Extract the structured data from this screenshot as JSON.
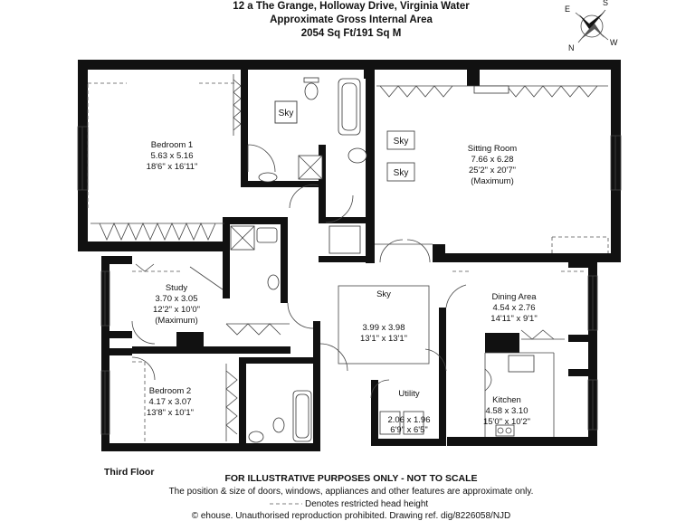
{
  "header": {
    "address": "12 a The Grange, Holloway Drive, Virginia Water",
    "area_label": "Approximate Gross Internal Area",
    "area_value": "2054 Sq Ft/191 Sq M"
  },
  "compass": {
    "e": "E",
    "s": "S",
    "n": "N",
    "w": "W"
  },
  "rooms": {
    "bedroom1": {
      "name": "Bedroom 1",
      "metric": "5.63 x 5.16",
      "imperial": "18'6\" x 16'11\""
    },
    "sitting": {
      "name": "Sitting Room",
      "metric": "7.66 x 6.28",
      "imperial": "25'2\" x 20'7\"",
      "note": "(Maximum)"
    },
    "study": {
      "name": "Study",
      "metric": "3.70 x 3.05",
      "imperial": "12'2\" x 10'0\"",
      "note": "(Maximum)"
    },
    "centre": {
      "name": "Sky",
      "metric": "3.99 x 3.98",
      "imperial": "13'1\" x 13'1\""
    },
    "dining": {
      "name": "Dining Area",
      "metric": "4.54 x 2.76",
      "imperial": "14'11\" x 9'1\""
    },
    "bedroom2": {
      "name": "Bedroom 2",
      "metric": "4.17 x 3.07",
      "imperial": "13'8\" x 10'1\""
    },
    "kitchen": {
      "name": "Kitchen",
      "metric": "4.58 x 3.10",
      "imperial": "15'0\" x 10'2\""
    },
    "utility": {
      "name": "Utility",
      "metric": "2.06 x 1.96",
      "imperial": "6'9\" x 6'5\""
    }
  },
  "sky": {
    "bath": "Sky",
    "sit1": "Sky",
    "sit2": "Sky"
  },
  "footer": {
    "floor": "Third Floor",
    "disclaimer": "FOR ILLUSTRATIVE PURPOSES ONLY - NOT TO SCALE",
    "position_note": "The position & size of doors, windows, appliances and other features are approximate only.",
    "restricted": "Denotes restricted head height",
    "copyright": "© ehouse. Unauthorised reproduction prohibited. Drawing ref. dig/8226058/NJD"
  }
}
